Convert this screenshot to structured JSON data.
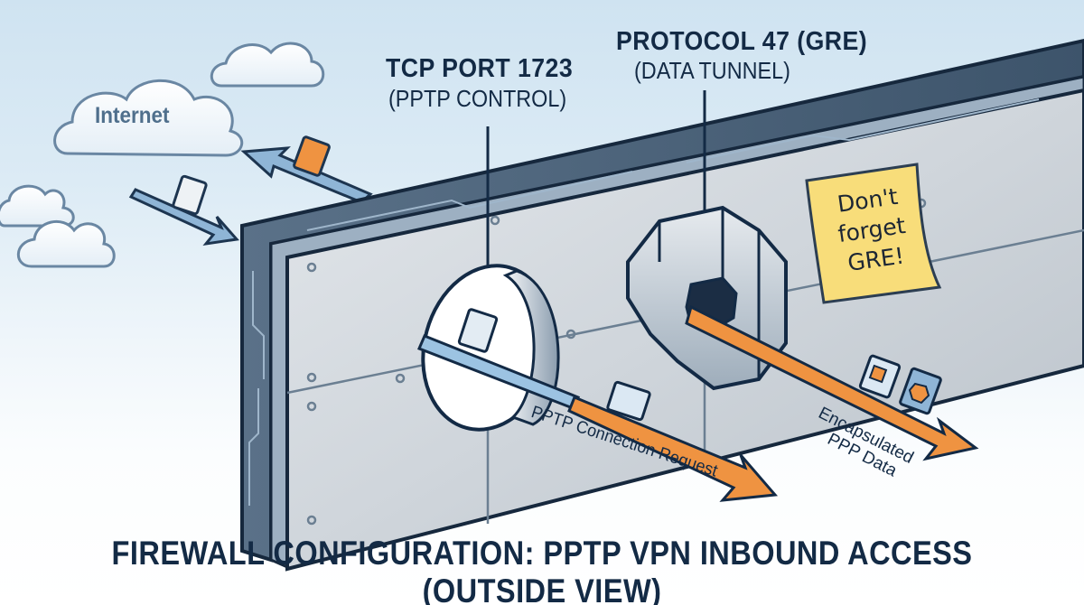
{
  "diagram": {
    "title": "FIREWALL CONFIGURATION: PPTP VPN INBOUND ACCESS (OUTSIDE VIEW)",
    "internet": {
      "label": "Internet",
      "icon": "cloud-icon"
    },
    "openings": [
      {
        "id": "tcp",
        "title": "TCP PORT 1723",
        "subtitle": "(PPTP CONTROL)",
        "shape": "round-port"
      },
      {
        "id": "gre",
        "title": "PROTOCOL 47 (GRE)",
        "subtitle": "(DATA TUNNEL)",
        "shape": "octagonal-tunnel"
      }
    ],
    "flows": [
      {
        "id": "pptp",
        "label": "PPTP Connection Request"
      },
      {
        "id": "gre",
        "label_line1": "Encapsulated",
        "label_line2": "PPP Data"
      }
    ],
    "sticky_note": {
      "line1": "Don't",
      "line2": "forget",
      "line3": "GRE!"
    },
    "colors": {
      "ink": "#132a45",
      "orange": "#ef9341",
      "blue_flow": "#9cc3e2",
      "sticky": "#f8dd7a",
      "wall": "#d3d8de",
      "wall_edge": "#3f5870"
    }
  }
}
